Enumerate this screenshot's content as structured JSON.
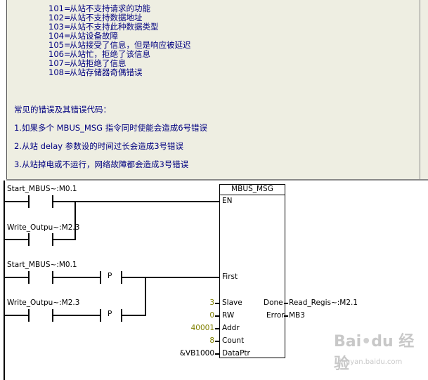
{
  "comment": {
    "codes": [
      {
        "num": "101=",
        "text": "从站不支持请求的功能"
      },
      {
        "num": "102=",
        "text": "从站不支持数据地址"
      },
      {
        "num": "103=",
        "text": "从站不支持此种数据类型"
      },
      {
        "num": "104=",
        "text": "从站设备故障"
      },
      {
        "num": "105=",
        "text": "从站接受了信息，但是响应被延迟"
      },
      {
        "num": "106=",
        "text": "从站忙，拒绝了该信息"
      },
      {
        "num": "107=",
        "text": "从站拒绝了信息"
      },
      {
        "num": "108=",
        "text": "从站存储器奇偶错误"
      }
    ],
    "heading": "常见的错误及其错误代码：",
    "notes": [
      "1.如果多个 MBUS_MSG 指令同时使能会造成6号错误",
      "2.从站 delay 参数设的时间过长会造成3号错误",
      "3.从站掉电或不运行，网络故障都会造成3号错误"
    ]
  },
  "ladder": {
    "contacts": [
      "Start_MBUS~:M0.1",
      "Write_Outpu~:M2.3",
      "Start_MBUS~:M0.1",
      "Write_Outpu~:M2.3"
    ],
    "p_label": "P",
    "block": {
      "title": "MBUS_MSG",
      "inputs": [
        "EN",
        "First",
        "Slave",
        "RW",
        "Addr",
        "Count",
        "DataPtr"
      ],
      "outputs": [
        "Done",
        "Error"
      ],
      "input_values": {
        "slave": "3",
        "rw": "0",
        "addr": "40001",
        "count": "8",
        "dataptr": "&VB1000"
      },
      "output_values": {
        "done": "Read_Regis~:M2.1",
        "error": "MB3"
      }
    }
  },
  "watermark": {
    "text": "Baidu 经验",
    "sub": "jingyan.baidu.com"
  }
}
